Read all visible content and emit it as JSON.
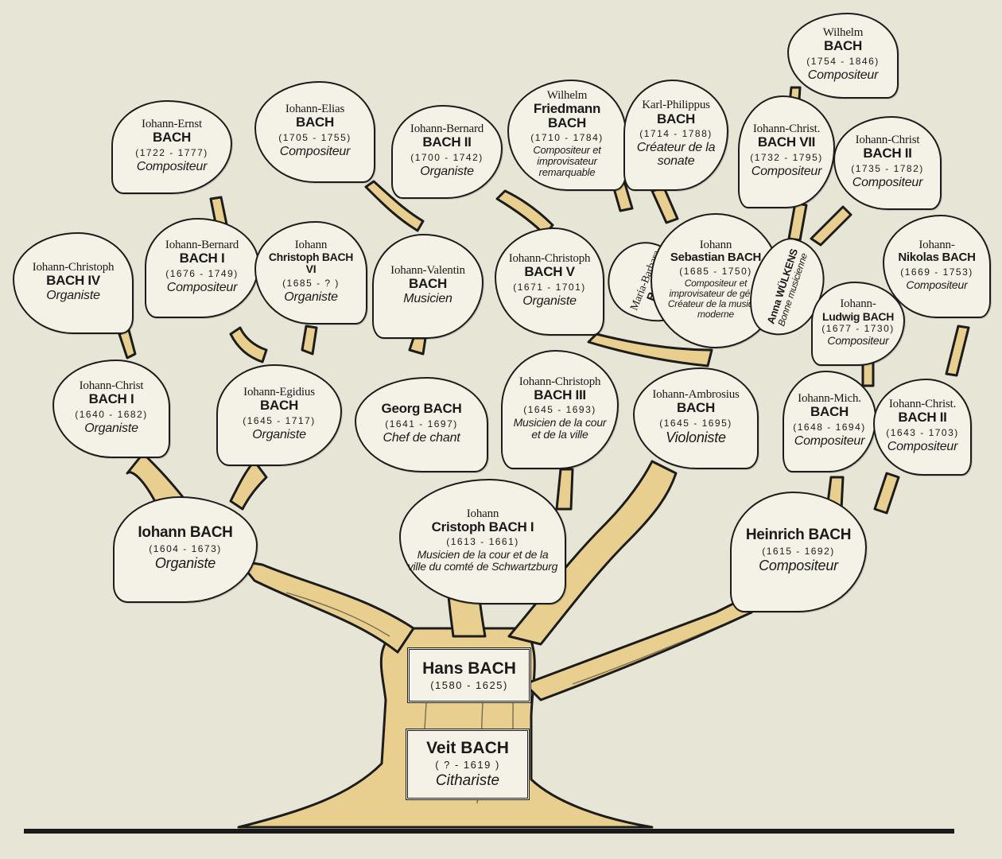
{
  "trunk": {
    "hans": {
      "name": "Hans BACH",
      "dates": "(1580 - 1625)"
    },
    "veit": {
      "name": "Veit BACH",
      "dates": "( ? - 1619 )",
      "role": "Cithariste"
    }
  },
  "leaves": [
    {
      "id": "johann-ernst",
      "name": "Iohann-Ernst",
      "family": "BACH",
      "dates": "(1722 - 1777)",
      "role": "Compositeur"
    },
    {
      "id": "johann-elias",
      "name": "Iohann-Elias",
      "family": "BACH",
      "dates": "(1705 - 1755)",
      "role": "Compositeur"
    },
    {
      "id": "johann-bernard-ii",
      "name": "Iohann-Bernard",
      "family": "BACH II",
      "dates": "(1700 - 1742)",
      "role": "Organiste"
    },
    {
      "id": "wilhelm-friedmann",
      "name": "Wilhelm",
      "family": "Friedmann BACH",
      "dates": "(1710 - 1784)",
      "role": "Compositeur et improvisateur remarquable"
    },
    {
      "id": "karl-philippus",
      "name": "Karl-Philippus",
      "family": "BACH",
      "dates": "(1714 - 1788)",
      "role": "Créateur de la sonate"
    },
    {
      "id": "wilhelm",
      "name": "Wilhelm",
      "family": "BACH",
      "dates": "(1754 - 1846)",
      "role": "Compositeur"
    },
    {
      "id": "johann-christ-vii",
      "name": "Iohann-Christ.",
      "family": "BACH VII",
      "dates": "(1732 - 1795)",
      "role": "Compositeur"
    },
    {
      "id": "johann-christ-ii-top",
      "name": "Iohann-Christ",
      "family": "BACH II",
      "dates": "(1735 - 1782)",
      "role": "Compositeur"
    },
    {
      "id": "johann-christoph-iv",
      "name": "Iohann-Christoph",
      "family": "BACH IV",
      "dates": "",
      "role": "Organiste"
    },
    {
      "id": "johann-bernard-i",
      "name": "Iohann-Bernard",
      "family": "BACH I",
      "dates": "(1676 - 1749)",
      "role": "Compositeur"
    },
    {
      "id": "johann-christoph-vi",
      "name": "Iohann",
      "family": "Christoph BACH VI",
      "dates": "(1685 - ? )",
      "role": "Organiste"
    },
    {
      "id": "johann-valentin",
      "name": "Iohann-Valentin",
      "family": "BACH",
      "dates": "",
      "role": "Musicien"
    },
    {
      "id": "johann-christoph-v",
      "name": "Iohann-Christoph",
      "family": "BACH V",
      "dates": "(1671 - 1701)",
      "role": "Organiste"
    },
    {
      "id": "johann-sebastian",
      "name": "Iohann",
      "family": "Sebastian BACH",
      "dates": "(1685 - 1750)",
      "role": "Compositeur et improvisateur de génie Créateur de la musique moderne"
    },
    {
      "id": "johann-nikolas",
      "name": "Iohann-",
      "family": "Nikolas BACH",
      "dates": "(1669 - 1753)",
      "role": "Compositeur"
    },
    {
      "id": "johann-ludwig",
      "name": "Iohann-",
      "family": "Ludwig BACH",
      "dates": "(1677 - 1730)",
      "role": "Compositeur"
    },
    {
      "id": "johann-christ-i",
      "name": "Iohann-Christ",
      "family": "BACH I",
      "dates": "(1640 - 1682)",
      "role": "Organiste"
    },
    {
      "id": "johann-egidius",
      "name": "Iohann-Egidius",
      "family": "BACH",
      "dates": "(1645 - 1717)",
      "role": "Organiste"
    },
    {
      "id": "georg",
      "name": "Georg BACH",
      "family": "",
      "dates": "(1641 - 1697)",
      "role": "Chef de chant"
    },
    {
      "id": "johann-christoph-iii",
      "name": "Iohann-Christoph",
      "family": "BACH III",
      "dates": "(1645 - 1693)",
      "role": "Musicien de la cour et de la ville"
    },
    {
      "id": "johann-ambrosius",
      "name": "Iohann-Ambrosius",
      "family": "BACH",
      "dates": "(1645 - 1695)",
      "role": "Violoniste"
    },
    {
      "id": "johann-mich",
      "name": "Iohann-Mich.",
      "family": "BACH",
      "dates": "(1648 - 1694)",
      "role": "Compositeur"
    },
    {
      "id": "johann-christ-ii-low",
      "name": "Iohann-Christ.",
      "family": "BACH II",
      "dates": "(1643 - 1703)",
      "role": "Compositeur"
    },
    {
      "id": "johann",
      "name": "Iohann BACH",
      "family": "",
      "dates": "(1604 - 1673)",
      "role": "Organiste"
    },
    {
      "id": "johann-cristoph-i",
      "name": "Iohann",
      "family": "Cristoph BACH I",
      "dates": "(1613 - 1661)",
      "role": "Musicien de la cour et de la ville du comté de Schwartzburg"
    },
    {
      "id": "heinrich",
      "name": "Heinrich BACH",
      "family": "",
      "dates": "(1615 - 1692)",
      "role": "Compositeur"
    }
  ],
  "spouses": [
    {
      "id": "maria-barbara",
      "name": "Maria-Barbara",
      "family": "BACH",
      "role": ""
    },
    {
      "id": "anna-wulkens",
      "name": "Anna WÜLKENS",
      "family": "",
      "role": "Bonne musicienne"
    }
  ],
  "colors": {
    "background": "#e7e6d6",
    "wood": "#e9cf8f",
    "ink": "#1c1c1c",
    "leaf": "#f4f2e6"
  }
}
